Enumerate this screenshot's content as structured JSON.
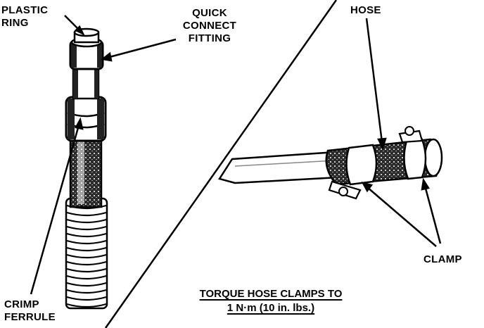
{
  "labels": {
    "plastic_ring": [
      "PLASTIC",
      "RING"
    ],
    "quick_connect": [
      "QUICK",
      "CONNECT",
      "FITTING"
    ],
    "crimp_ferrule": [
      "CRIMP",
      "FERRULE"
    ],
    "hose": "HOSE",
    "clamp": "CLAMP"
  },
  "note": {
    "line1": "TORQUE HOSE CLAMPS TO",
    "line2": "1 N·m (10 in. lbs.)"
  }
}
